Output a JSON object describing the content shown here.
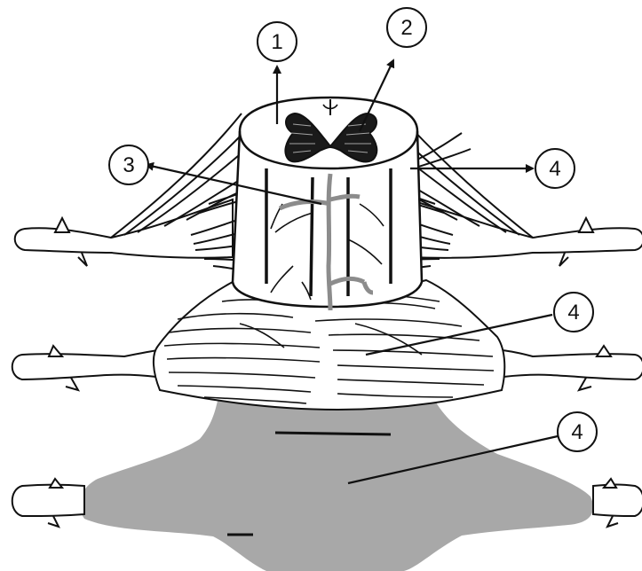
{
  "colors": {
    "ink": "#111111",
    "background": "#ffffff",
    "gray_matter": "#1a1a1a",
    "vessels": "#8c8c8c",
    "outer_layer": "#a8a8a8"
  },
  "callouts": [
    {
      "id": "c1",
      "label": "1"
    },
    {
      "id": "c2",
      "label": "2"
    },
    {
      "id": "c3",
      "label": "3"
    },
    {
      "id": "c4a",
      "label": "4"
    },
    {
      "id": "c4b",
      "label": "4"
    },
    {
      "id": "c4c",
      "label": "4"
    }
  ]
}
